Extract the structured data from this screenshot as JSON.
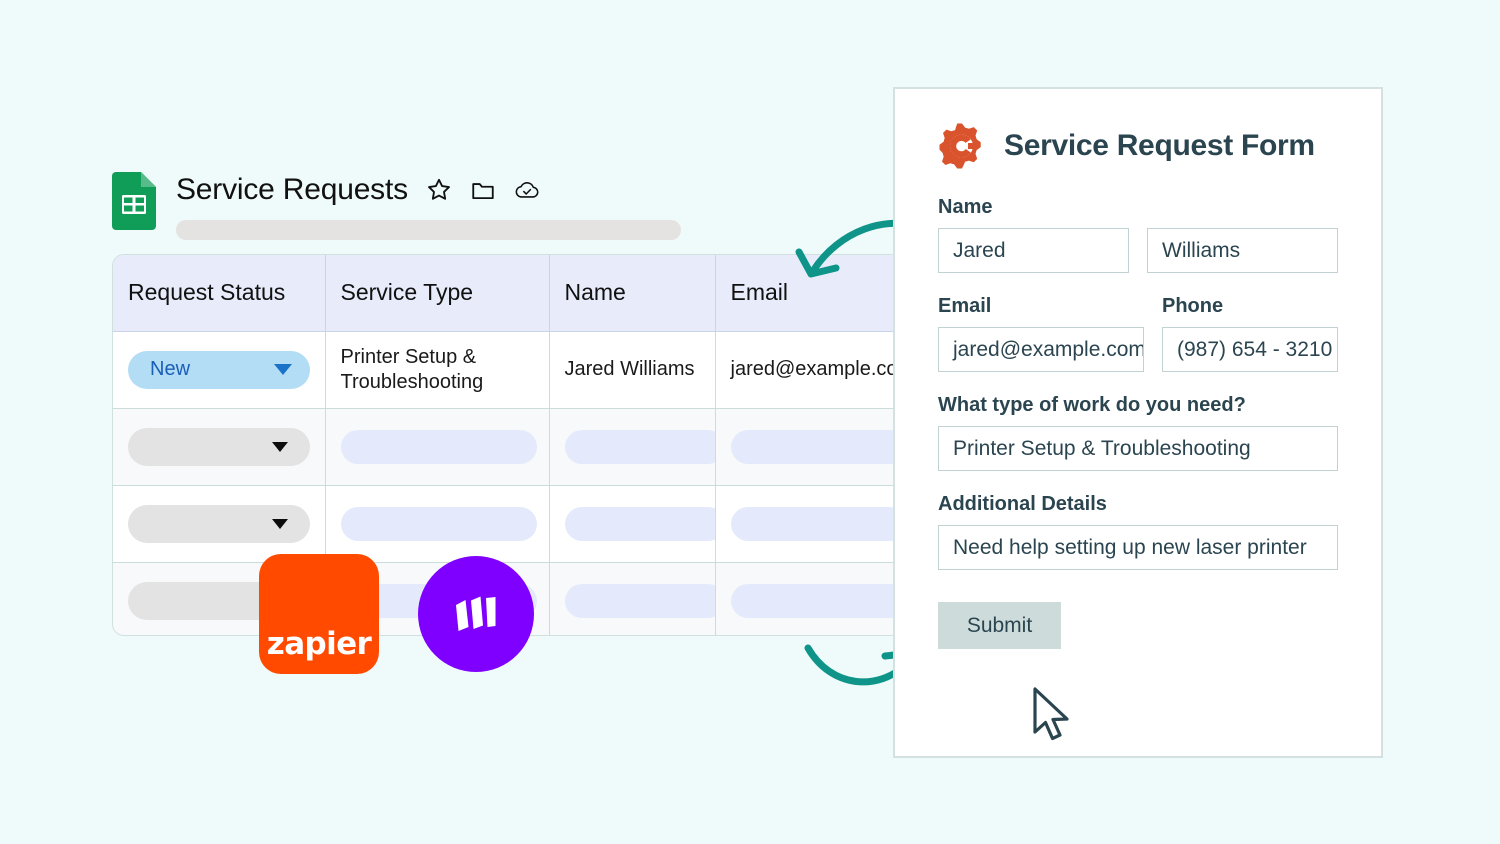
{
  "page": {
    "background_color": "#effafa",
    "accent_teal": "#0e9488"
  },
  "spreadsheet": {
    "app_icon": "google-sheets-icon",
    "title": "Service Requests",
    "title_icons": [
      "star-icon",
      "folder-icon",
      "cloud-done-icon"
    ],
    "menu_bar_placeholder": "",
    "columns": [
      "Request Status",
      "Service Type",
      "Name",
      "Email"
    ],
    "rows": [
      {
        "status": "New",
        "status_filled": true,
        "service_type": "Printer Setup & Troubleshooting",
        "name": "Jared Williams",
        "email": "jared@example.com"
      },
      {
        "status": "",
        "status_filled": false,
        "service_type": "",
        "name": "",
        "email": ""
      },
      {
        "status": "",
        "status_filled": false,
        "service_type": "",
        "name": "",
        "email": ""
      },
      {
        "status": "",
        "status_filled": false,
        "service_type": "",
        "name": "",
        "email": ""
      }
    ],
    "status_chip_color": "#b3dcf5",
    "status_text_color": "#1a5eb8",
    "header_bg": "#e8ecfa"
  },
  "logos": {
    "zapier": {
      "name": "zapier",
      "label": "zapier",
      "color": "#ff4a00"
    },
    "purple_app": {
      "name": "jotform-m-logo",
      "color": "#8000ff"
    }
  },
  "form": {
    "brand_icon": "orange-gear-icon",
    "brand_icon_color": "#d9532c",
    "title": "Service Request Form",
    "sections": {
      "name": {
        "label": "Name",
        "first_value": "Jared",
        "last_value": "Williams"
      },
      "email": {
        "label": "Email",
        "value": "jared@example.com"
      },
      "phone": {
        "label": "Phone",
        "value": "(987) 654 - 3210"
      },
      "work_type": {
        "label": "What type of work do you need?",
        "value": "Printer Setup & Troubleshooting"
      },
      "details": {
        "label": "Additional Details",
        "value": "Need help setting up new laser printer"
      }
    },
    "submit_label": "Submit",
    "submit_bg": "#cedbdb"
  }
}
